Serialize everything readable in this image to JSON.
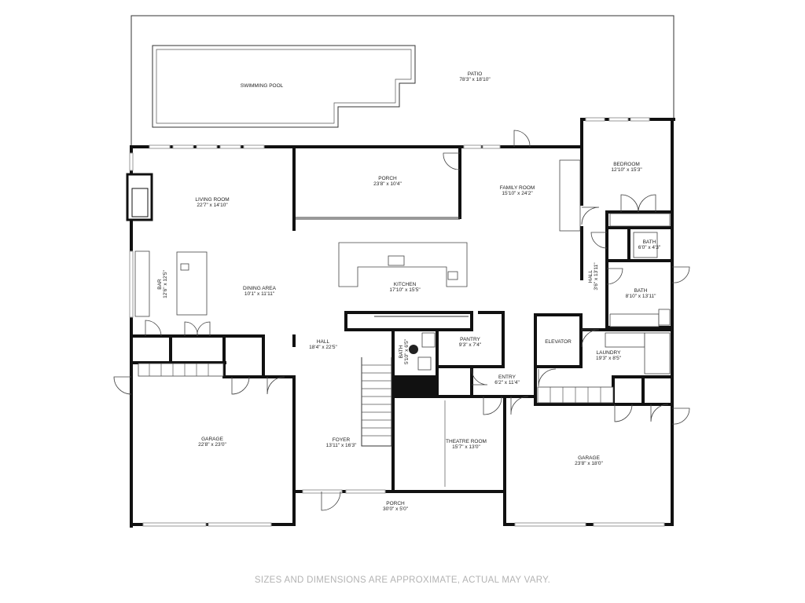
{
  "rooms": {
    "swimming_pool": {
      "name": "SWIMMING POOL",
      "dims": ""
    },
    "patio": {
      "name": "PATIO",
      "dims": "78'3\" x 18'10\""
    },
    "living_room": {
      "name": "LIVING ROOM",
      "dims": "22'7\" x 14'10\""
    },
    "porch_top": {
      "name": "PORCH",
      "dims": "23'8\" x 10'4\""
    },
    "family_room": {
      "name": "FAMILY ROOM",
      "dims": "15'10\" x 24'2\""
    },
    "bedroom": {
      "name": "BEDROOM",
      "dims": "12'10\" x 15'3\""
    },
    "bath_small": {
      "name": "BATH",
      "dims": "6'0\" x 4'3\""
    },
    "hall_right": {
      "name": "HALL",
      "dims": "3'6\" x 13'11\""
    },
    "bath_right": {
      "name": "BATH",
      "dims": "8'10\" x 13'11\""
    },
    "bar": {
      "name": "BAR",
      "dims": "12'6\" x 12'5\""
    },
    "dining_area": {
      "name": "DINING AREA",
      "dims": "10'1\" x 11'11\""
    },
    "kitchen": {
      "name": "KITCHEN",
      "dims": "17'10\" x 15'5\""
    },
    "hall_center": {
      "name": "HALL",
      "dims": "18'4\" x 22'5\""
    },
    "bath_center": {
      "name": "BATH",
      "dims": "5'10\" x 6'5\""
    },
    "pantry": {
      "name": "PANTRY",
      "dims": "9'3\" x 7'4\""
    },
    "elevator": {
      "name": "ELEVATOR",
      "dims": ""
    },
    "laundry": {
      "name": "LAUNDRY",
      "dims": "19'3\" x 8'5\""
    },
    "entry": {
      "name": "ENTRY",
      "dims": "6'2\" x 11'4\""
    },
    "garage_left": {
      "name": "GARAGE",
      "dims": "22'8\" x 23'0\""
    },
    "foyer": {
      "name": "FOYER",
      "dims": "13'11\" x 16'3\""
    },
    "theatre_room": {
      "name": "THEATRE ROOM",
      "dims": "15'7\" x 13'0\""
    },
    "garage_right": {
      "name": "GARAGE",
      "dims": "23'8\" x 18'0\""
    },
    "porch_bottom": {
      "name": "PORCH",
      "dims": "30'0\" x 5'0\""
    }
  },
  "disclaimer": "SIZES AND DIMENSIONS ARE APPROXIMATE, ACTUAL MAY VARY."
}
